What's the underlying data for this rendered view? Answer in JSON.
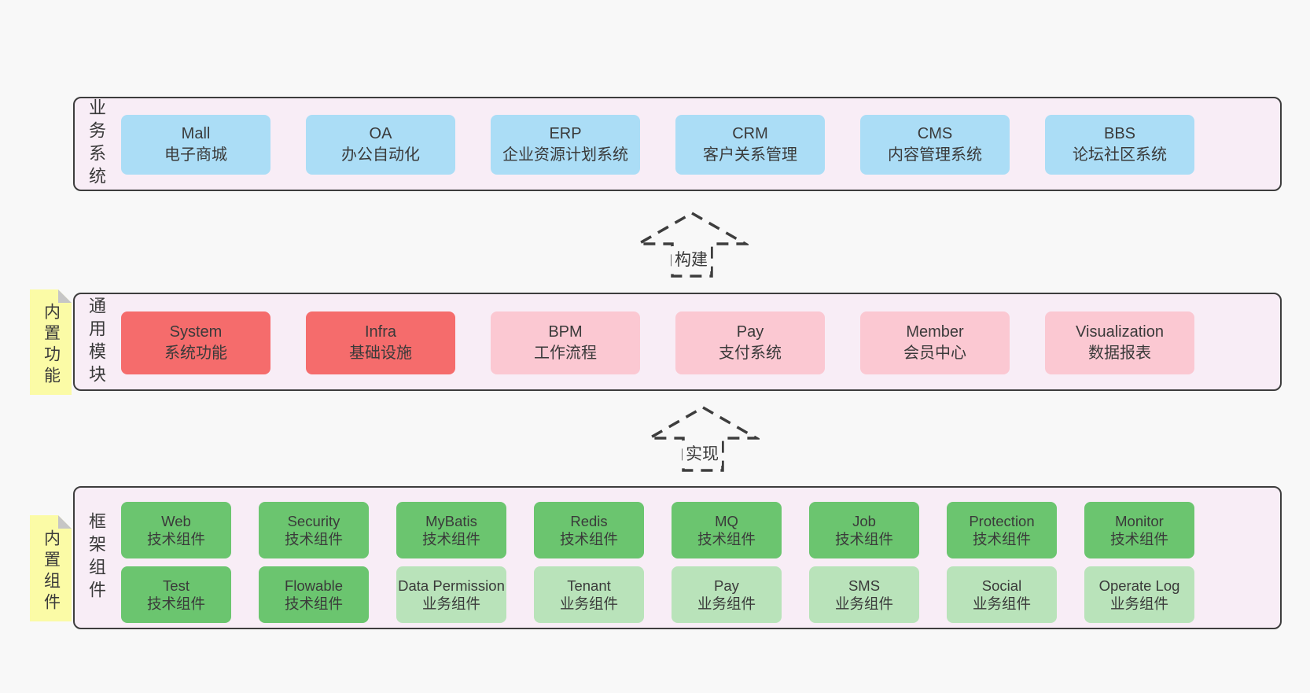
{
  "colors": {
    "canvas-bg": "#f8f8f8",
    "container-fill": "#f8edf6",
    "line": "#3d3d3d",
    "text": "#3a3a3a",
    "blue": "#abddf6",
    "red": "#f56c6c",
    "pink": "#fbc8d2",
    "green": "#6bc56f",
    "lightgreen": "#b9e3ba",
    "yellow": "#fbfba6",
    "fold": "#c6c6c6"
  },
  "arrows": [
    {
      "label": "构建"
    },
    {
      "label": "实现"
    }
  ],
  "layers": [
    {
      "id": "business-systems",
      "label": "业务系统",
      "boxes": [
        {
          "title": "Mall",
          "subtitle": "电子商城",
          "type": "blue"
        },
        {
          "title": "OA",
          "subtitle": "办公自动化",
          "type": "blue"
        },
        {
          "title": "ERP",
          "subtitle": "企业资源计划系统",
          "type": "blue"
        },
        {
          "title": "CRM",
          "subtitle": "客户关系管理",
          "type": "blue"
        },
        {
          "title": "CMS",
          "subtitle": "内容管理系统",
          "type": "blue"
        },
        {
          "title": "BBS",
          "subtitle": "论坛社区系统",
          "type": "blue"
        }
      ]
    },
    {
      "id": "common-modules",
      "label": "通用模块",
      "sticky": "内置功能",
      "boxes": [
        {
          "title": "System",
          "subtitle": "系统功能",
          "type": "red"
        },
        {
          "title": "Infra",
          "subtitle": "基础设施",
          "type": "red"
        },
        {
          "title": "BPM",
          "subtitle": "工作流程",
          "type": "pink"
        },
        {
          "title": "Pay",
          "subtitle": "支付系统",
          "type": "pink"
        },
        {
          "title": "Member",
          "subtitle": "会员中心",
          "type": "pink"
        },
        {
          "title": "Visualization",
          "subtitle": "数据报表",
          "type": "pink"
        }
      ]
    },
    {
      "id": "framework-components",
      "label": "框架组件",
      "sticky": "内置组件",
      "rows": [
        [
          {
            "title": "Web",
            "subtitle": "技术组件",
            "type": "green"
          },
          {
            "title": "Security",
            "subtitle": "技术组件",
            "type": "green"
          },
          {
            "title": "MyBatis",
            "subtitle": "技术组件",
            "type": "green"
          },
          {
            "title": "Redis",
            "subtitle": "技术组件",
            "type": "green"
          },
          {
            "title": "MQ",
            "subtitle": "技术组件",
            "type": "green"
          },
          {
            "title": "Job",
            "subtitle": "技术组件",
            "type": "green"
          },
          {
            "title": "Protection",
            "subtitle": "技术组件",
            "type": "green"
          },
          {
            "title": "Monitor",
            "subtitle": "技术组件",
            "type": "green"
          }
        ],
        [
          {
            "title": "Test",
            "subtitle": "技术组件",
            "type": "green"
          },
          {
            "title": "Flowable",
            "subtitle": "技术组件",
            "type": "green"
          },
          {
            "title": "Data Permission",
            "subtitle": "业务组件",
            "type": "lightgreen"
          },
          {
            "title": "Tenant",
            "subtitle": "业务组件",
            "type": "lightgreen"
          },
          {
            "title": "Pay",
            "subtitle": "业务组件",
            "type": "lightgreen"
          },
          {
            "title": "SMS",
            "subtitle": "业务组件",
            "type": "lightgreen"
          },
          {
            "title": "Social",
            "subtitle": "业务组件",
            "type": "lightgreen"
          },
          {
            "title": "Operate Log",
            "subtitle": "业务组件",
            "type": "lightgreen"
          }
        ]
      ]
    }
  ]
}
